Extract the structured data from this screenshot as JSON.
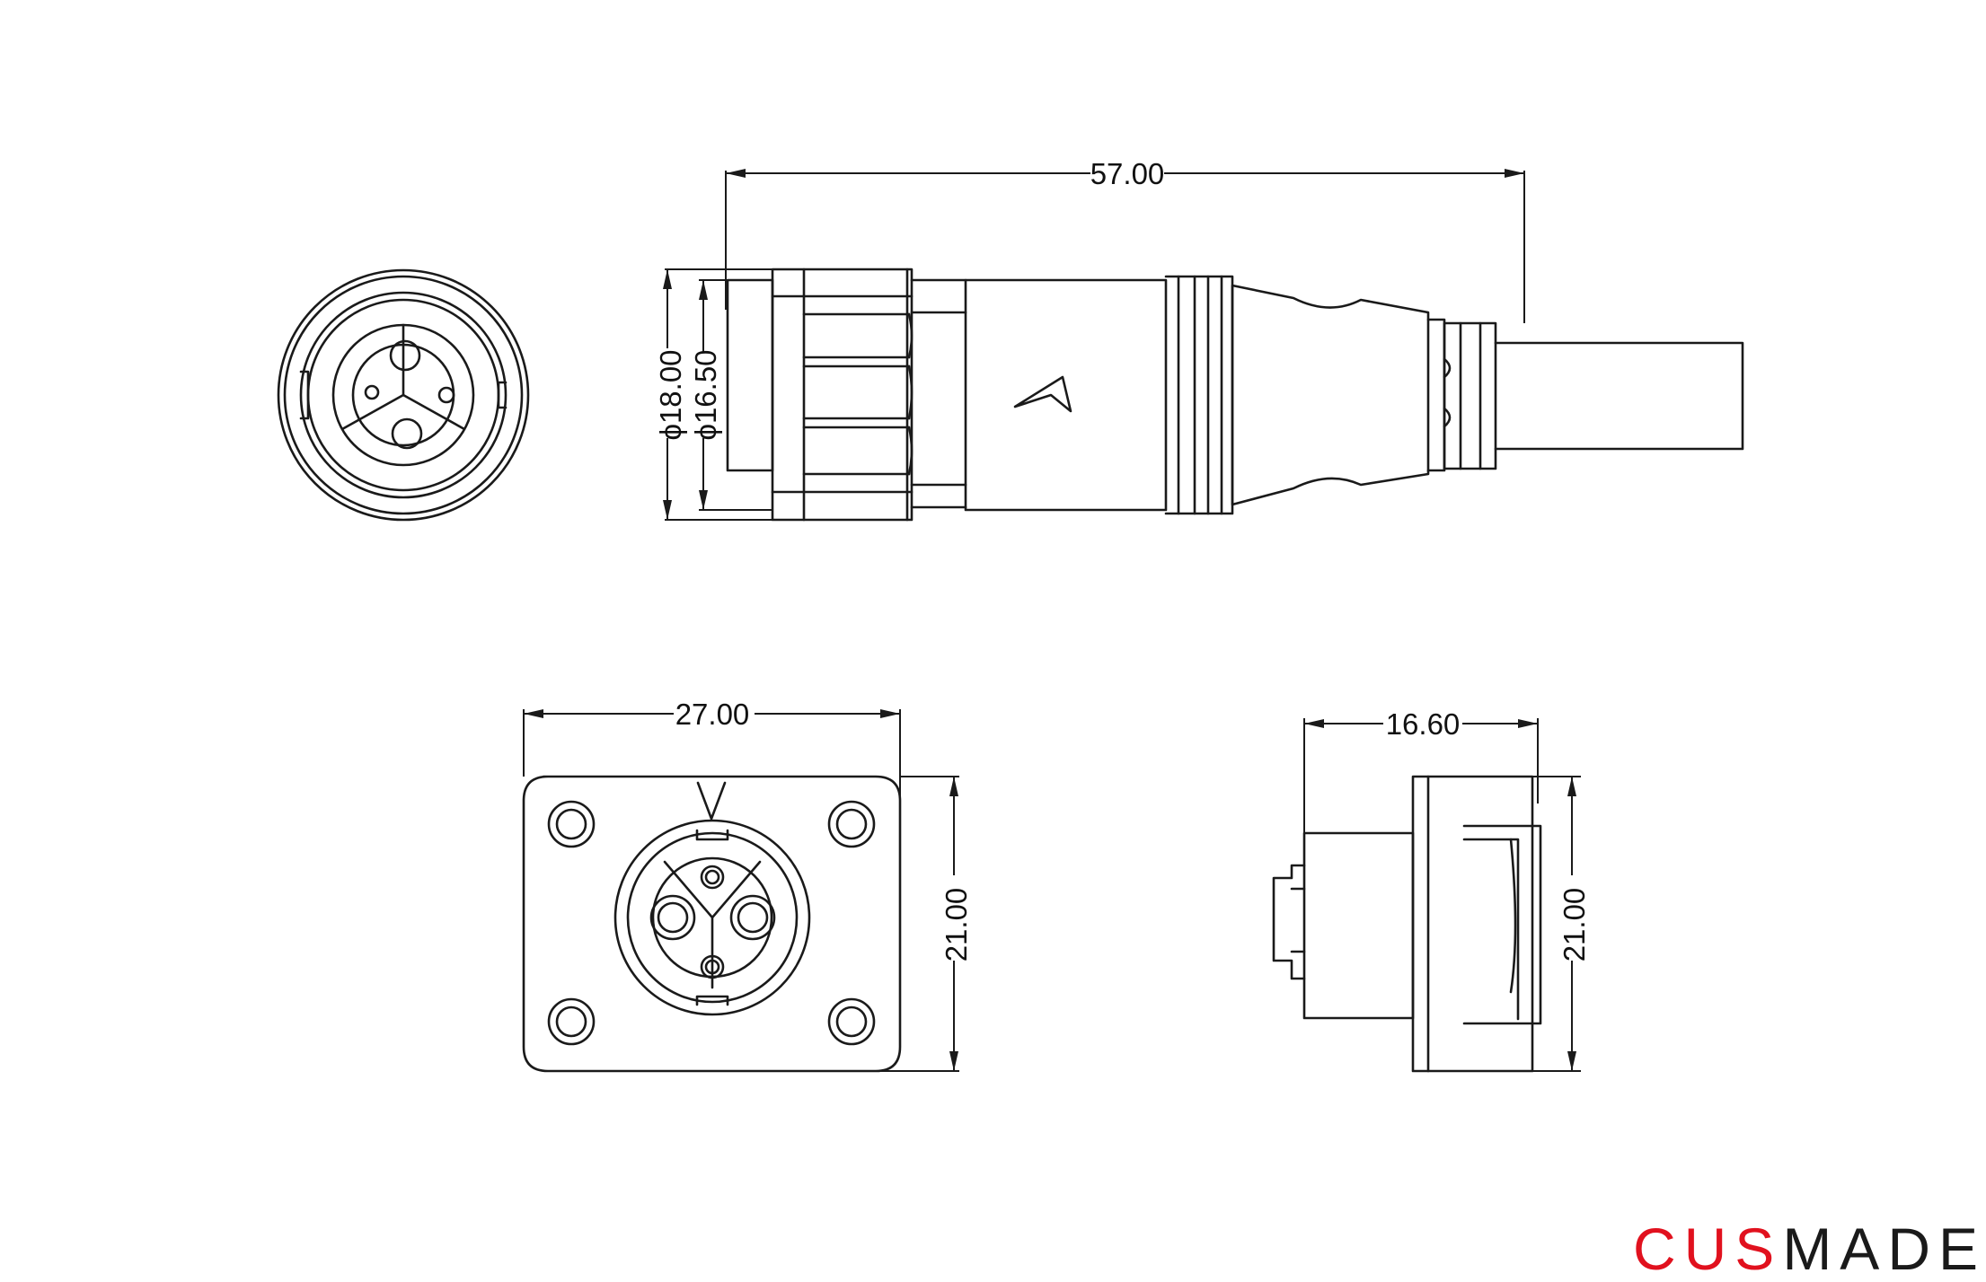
{
  "dimensions": {
    "length_total": "57.00",
    "diameter_outer": "ϕ18.00",
    "diameter_inner": "ϕ16.50",
    "flange_width": "27.00",
    "flange_height": "21.00",
    "side_depth": "16.60",
    "side_height": "21.00"
  },
  "brand": {
    "part1": "CUS",
    "part2": "MADE",
    "color_primary": "#e1111e",
    "color_secondary": "#1a1a1a"
  }
}
